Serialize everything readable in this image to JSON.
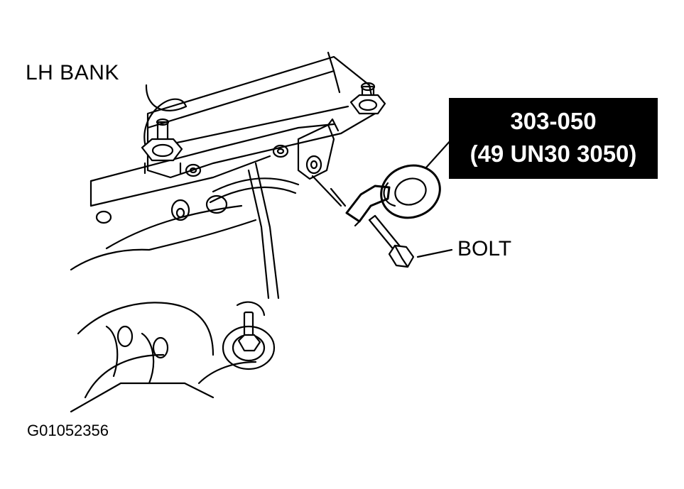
{
  "labels": {
    "bank": "LH BANK",
    "bolt": "BOLT",
    "figure_id": "G01052356"
  },
  "tool": {
    "number": "303-050",
    "alt_number": "(49 UN30 3050)"
  }
}
